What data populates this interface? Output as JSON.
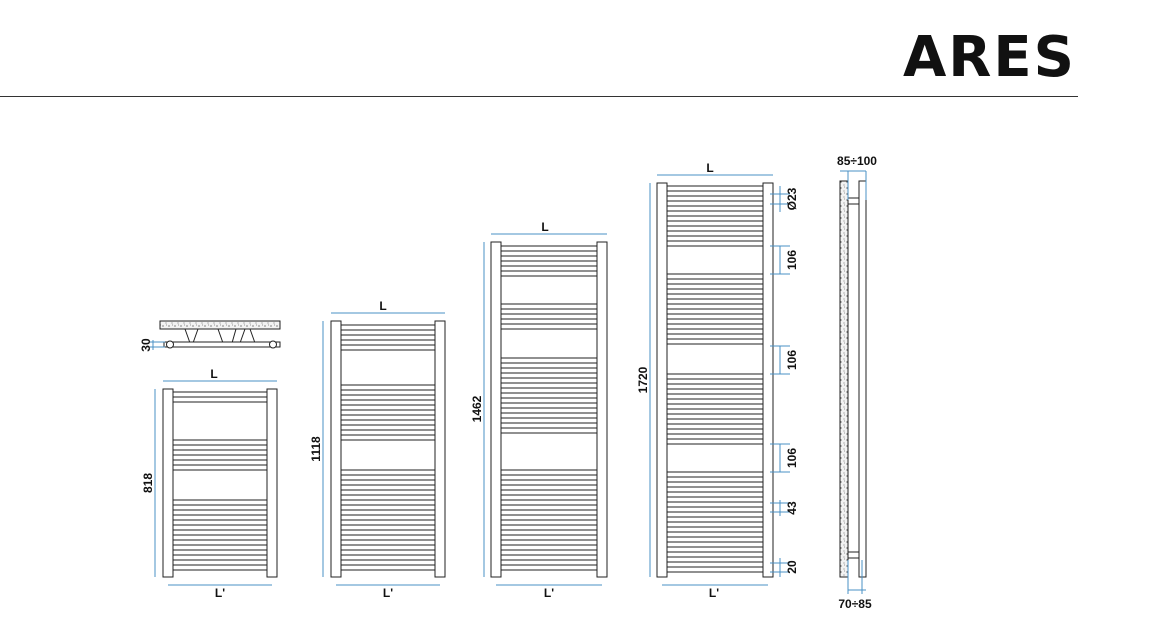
{
  "brand": "ARES",
  "colors": {
    "dimension": "#4a90c4",
    "outline": "#222222",
    "wall": "#e6e6e6"
  },
  "side_view": {
    "thickness": "30"
  },
  "radiators": [
    {
      "height_label": "818",
      "width_label": "L",
      "bottom_label": "L'"
    },
    {
      "height_label": "1118",
      "width_label": "L",
      "bottom_label": "L'"
    },
    {
      "height_label": "1462",
      "width_label": "L",
      "bottom_label": "L'"
    },
    {
      "height_label": "1720",
      "width_label": "L",
      "bottom_label": "L'"
    }
  ],
  "detail_dims": [
    "Ø23",
    "106",
    "106",
    "106",
    "43",
    "20"
  ],
  "profile": {
    "top_label": "85÷100",
    "bottom_label": "70÷85"
  }
}
